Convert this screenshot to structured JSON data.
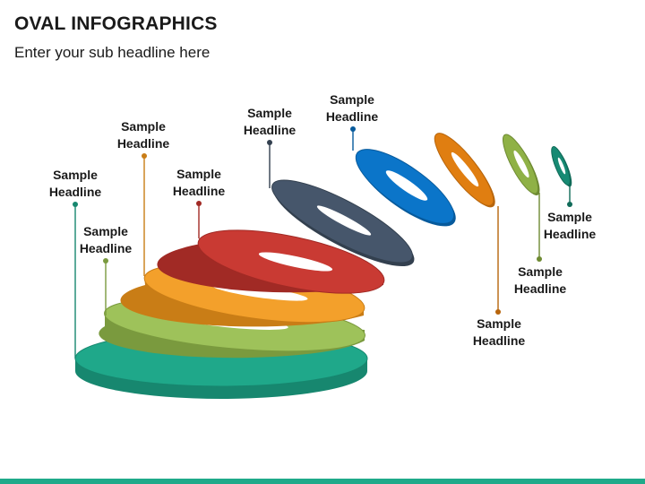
{
  "header": {
    "title": "OVAL INFOGRAPHICS",
    "subtitle": "Enter your sub headline here"
  },
  "items": [
    {
      "label": "Sample Headline",
      "color": "#1fa88a",
      "side": "#17876f"
    },
    {
      "label": "Sample Headline",
      "color": "#9ec25a",
      "side": "#7a9a3e"
    },
    {
      "label": "Sample Headline",
      "color": "#f3a02b",
      "side": "#c97d16"
    },
    {
      "label": "Sample Headline",
      "color": "#c93a33",
      "side": "#a12a25"
    },
    {
      "label": "Sample Headline",
      "color": "#46566b",
      "side": "#33404f"
    },
    {
      "label": "Sample Headline",
      "color": "#0b75c9",
      "side": "#075a9c"
    },
    {
      "label": "Sample Headline",
      "color": "#e07e11",
      "side": "#b7650c"
    },
    {
      "label": "Sample Headline",
      "color": "#8fb146",
      "side": "#6e8a32"
    },
    {
      "label": "Sample Headline",
      "color": "#178a73",
      "side": "#106b59"
    }
  ],
  "footer": {
    "bar_color": "#1faa8a"
  }
}
